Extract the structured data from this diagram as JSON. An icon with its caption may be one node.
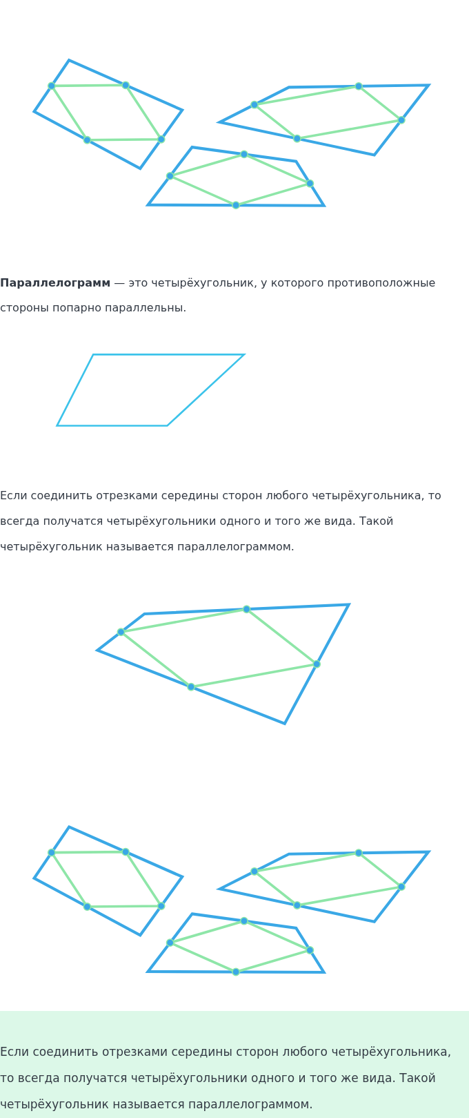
{
  "diagram": {
    "nodes": [
      {
        "text": [
          "Если соединить отрезками середины сторон любого четырёхугольника, то всегда получатся четырёхугольники одного и того же вида. Такой четырёхугольник называется параллелограммом."
        ]
      }
    ],
    "labels": [
      "**Параллелограмм** — это четырёхугольник, у которого противоположные стороны попарно параллельны.",
      "Если соединить отрезками середины сторон любого четырёхугольника, то всегда получатся четырёхугольники одного и того же вида. Такой четырёхугольник называется параллелограммом."
    ]
  }
}
